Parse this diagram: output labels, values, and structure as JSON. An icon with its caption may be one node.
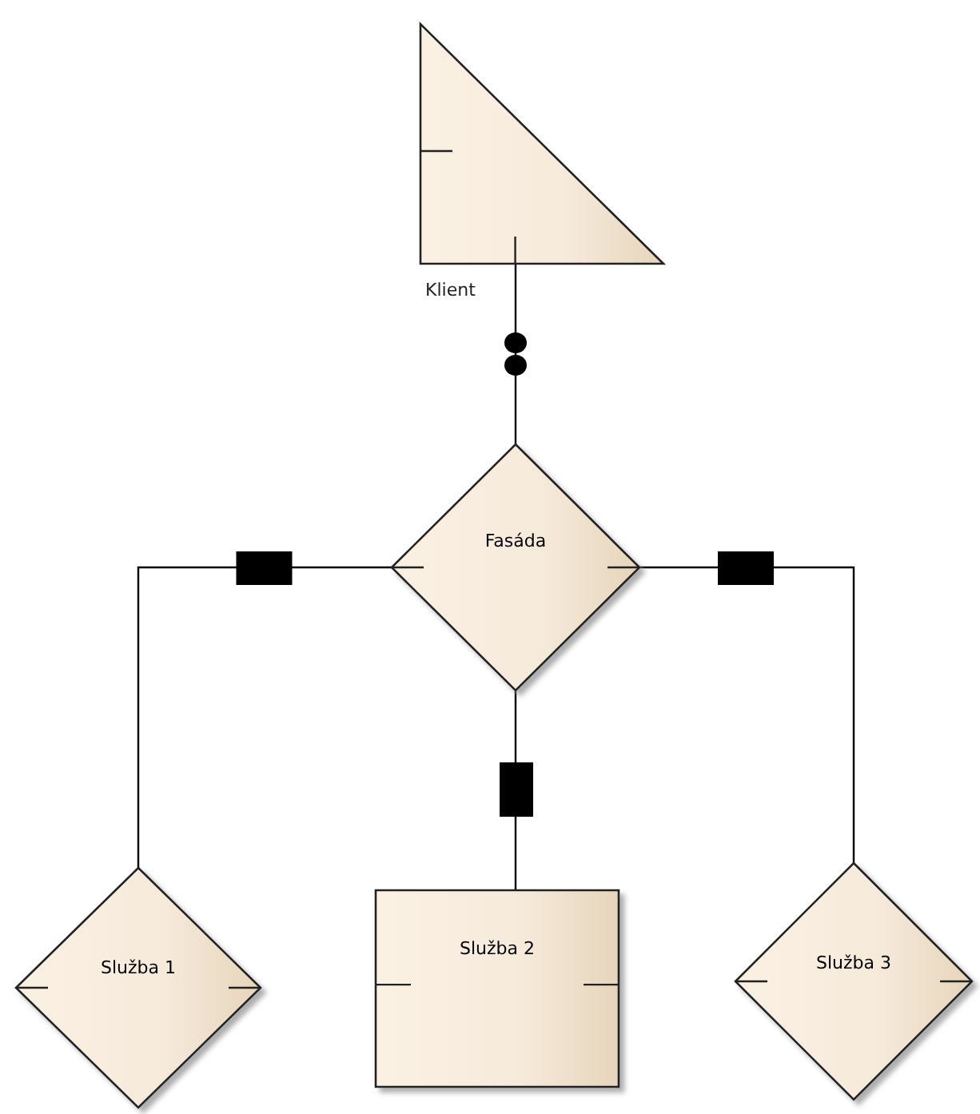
{
  "diagram": {
    "nodes": [
      {
        "text": [
          "Klient"
        ]
      },
      {
        "text": [
          "Fasáda"
        ]
      },
      {
        "text": [
          "Služba 1"
        ]
      },
      {
        "text": [
          "Služba 2"
        ]
      },
      {
        "text": [
          "Služba 3"
        ]
      }
    ],
    "edges": [
      {
        "from": 0,
        "to": 1,
        "arrow": "none"
      },
      {
        "from": 1,
        "to": 2,
        "arrow": "none"
      },
      {
        "from": 1,
        "to": 3,
        "arrow": "none"
      },
      {
        "from": 1,
        "to": 4,
        "arrow": "none"
      }
    ]
  }
}
